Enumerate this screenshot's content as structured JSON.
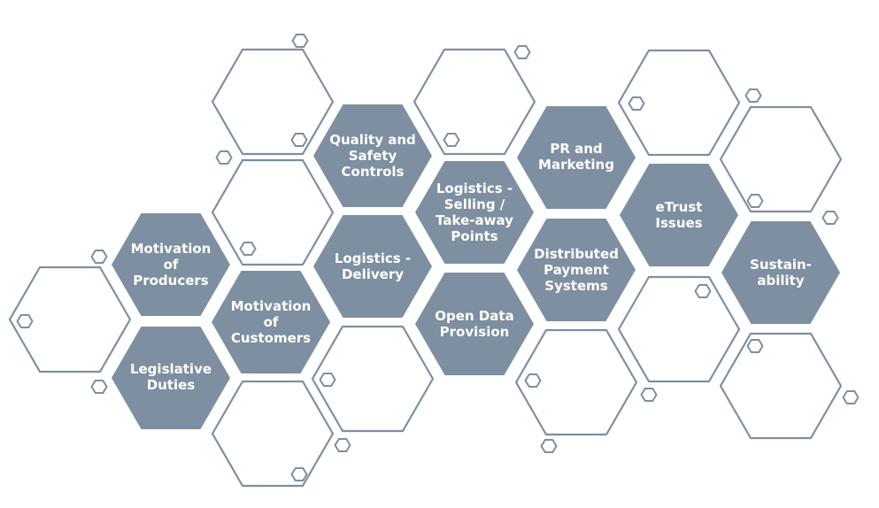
{
  "diagram": {
    "colors": {
      "fill": "#7d8fa1",
      "stroke": "#7d8fa1",
      "text": "#ffffff"
    },
    "topics": [
      {
        "id": "quality-safety",
        "label": "Quality and\nSafety\nControls"
      },
      {
        "id": "logistics-selling",
        "label": "Logistics -\nSelling /\nTake-away\nPoints"
      },
      {
        "id": "pr-marketing",
        "label": "PR and\nMarketing"
      },
      {
        "id": "etrust",
        "label": "eTrust\nIssues"
      },
      {
        "id": "motivation-producers",
        "label": "Motivation\nof\nProducers"
      },
      {
        "id": "logistics-delivery",
        "label": "Logistics -\nDelivery"
      },
      {
        "id": "distributed-payment",
        "label": "Distributed\nPayment\nSystems"
      },
      {
        "id": "sustainability",
        "label": "Sustain-\nability"
      },
      {
        "id": "motivation-customers",
        "label": "Motivation\nof\nCustomers"
      },
      {
        "id": "open-data",
        "label": "Open Data\nProvision"
      },
      {
        "id": "legislative-duties",
        "label": "Legislative\nDuties"
      }
    ]
  }
}
